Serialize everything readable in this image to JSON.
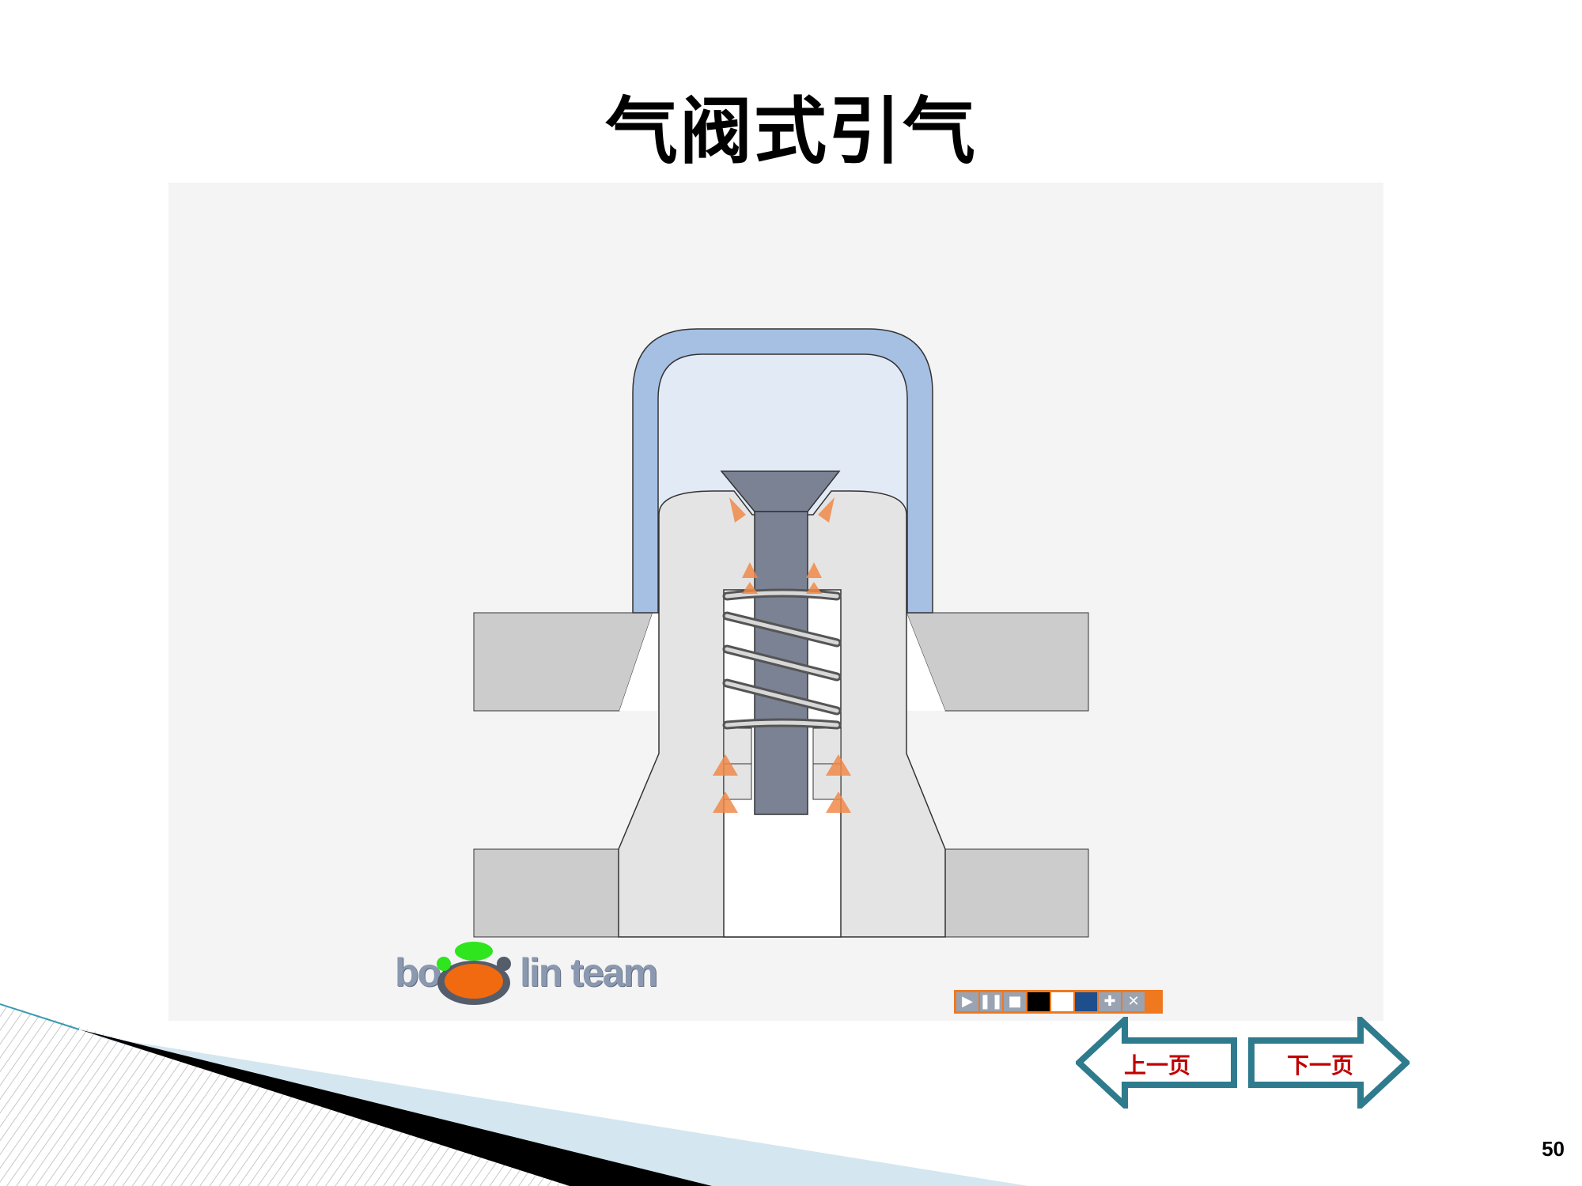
{
  "slide": {
    "title": "气阀式引气",
    "page_number": "50"
  },
  "logo": {
    "text_left": "bo",
    "text_right": "lin team"
  },
  "player_controls": {
    "play_icon": "play-icon",
    "pause_icon": "pause-icon",
    "stop_icon": "stop-icon",
    "swatch_colors": [
      "#000000",
      "#ffffff",
      "#1f4e8c"
    ],
    "add_icon": "plus-icon",
    "close_icon": "close-icon"
  },
  "navigation": {
    "prev_label": "上一页",
    "next_label": "下一页"
  },
  "colors": {
    "panel_bg": "#f4f4f4",
    "cap_outer": "#a6c0e4",
    "cap_inner": "#e2eaf6",
    "body_light": "#e4e4e4",
    "plate_gray": "#cccccc",
    "valve_stem": "#7b8294",
    "flow_arrow": "#f08a4a",
    "nav_arrow": "#2e7b8e",
    "nav_label": "#c00000",
    "control_bar": "#f0781e"
  }
}
